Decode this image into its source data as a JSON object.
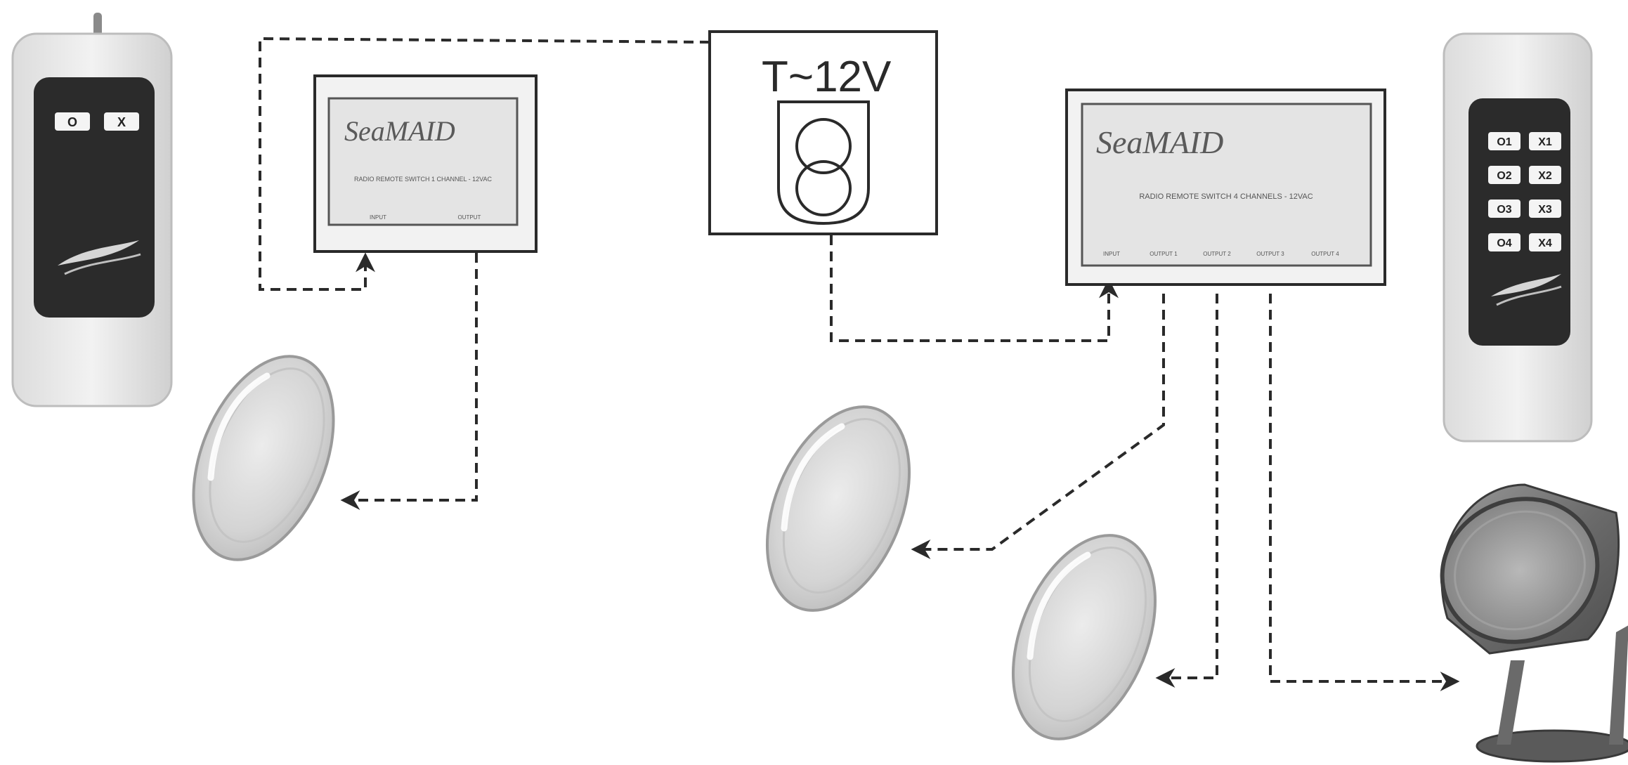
{
  "transformer": {
    "voltage_label": "T~12V"
  },
  "receiver_1ch": {
    "brand": "SeaMAID",
    "caption": "RADIO REMOTE SWITCH 1 CHANNEL - 12VAC",
    "port_input": "INPUT",
    "port_output": "OUTPUT"
  },
  "receiver_4ch": {
    "brand": "SeaMAID",
    "caption": "RADIO REMOTE SWITCH 4 CHANNELS - 12VAC",
    "ports": [
      "INPUT",
      "OUTPUT 1",
      "OUTPUT 2",
      "OUTPUT 3",
      "OUTPUT 4"
    ]
  },
  "remote_1ch": {
    "buttons": [
      "O",
      "X"
    ]
  },
  "remote_4ch": {
    "buttons": [
      "O1",
      "X1",
      "O2",
      "X2",
      "O3",
      "X3",
      "O4",
      "X4"
    ]
  },
  "colors": {
    "line": "#2a2a2a",
    "box_fill": "#e4e4e4",
    "remote_body": "#e8e8e8",
    "remote_panel": "#2b2b2b",
    "lamp_fill": "#d9d9d9",
    "spot_metal": "#7a7a7a"
  }
}
